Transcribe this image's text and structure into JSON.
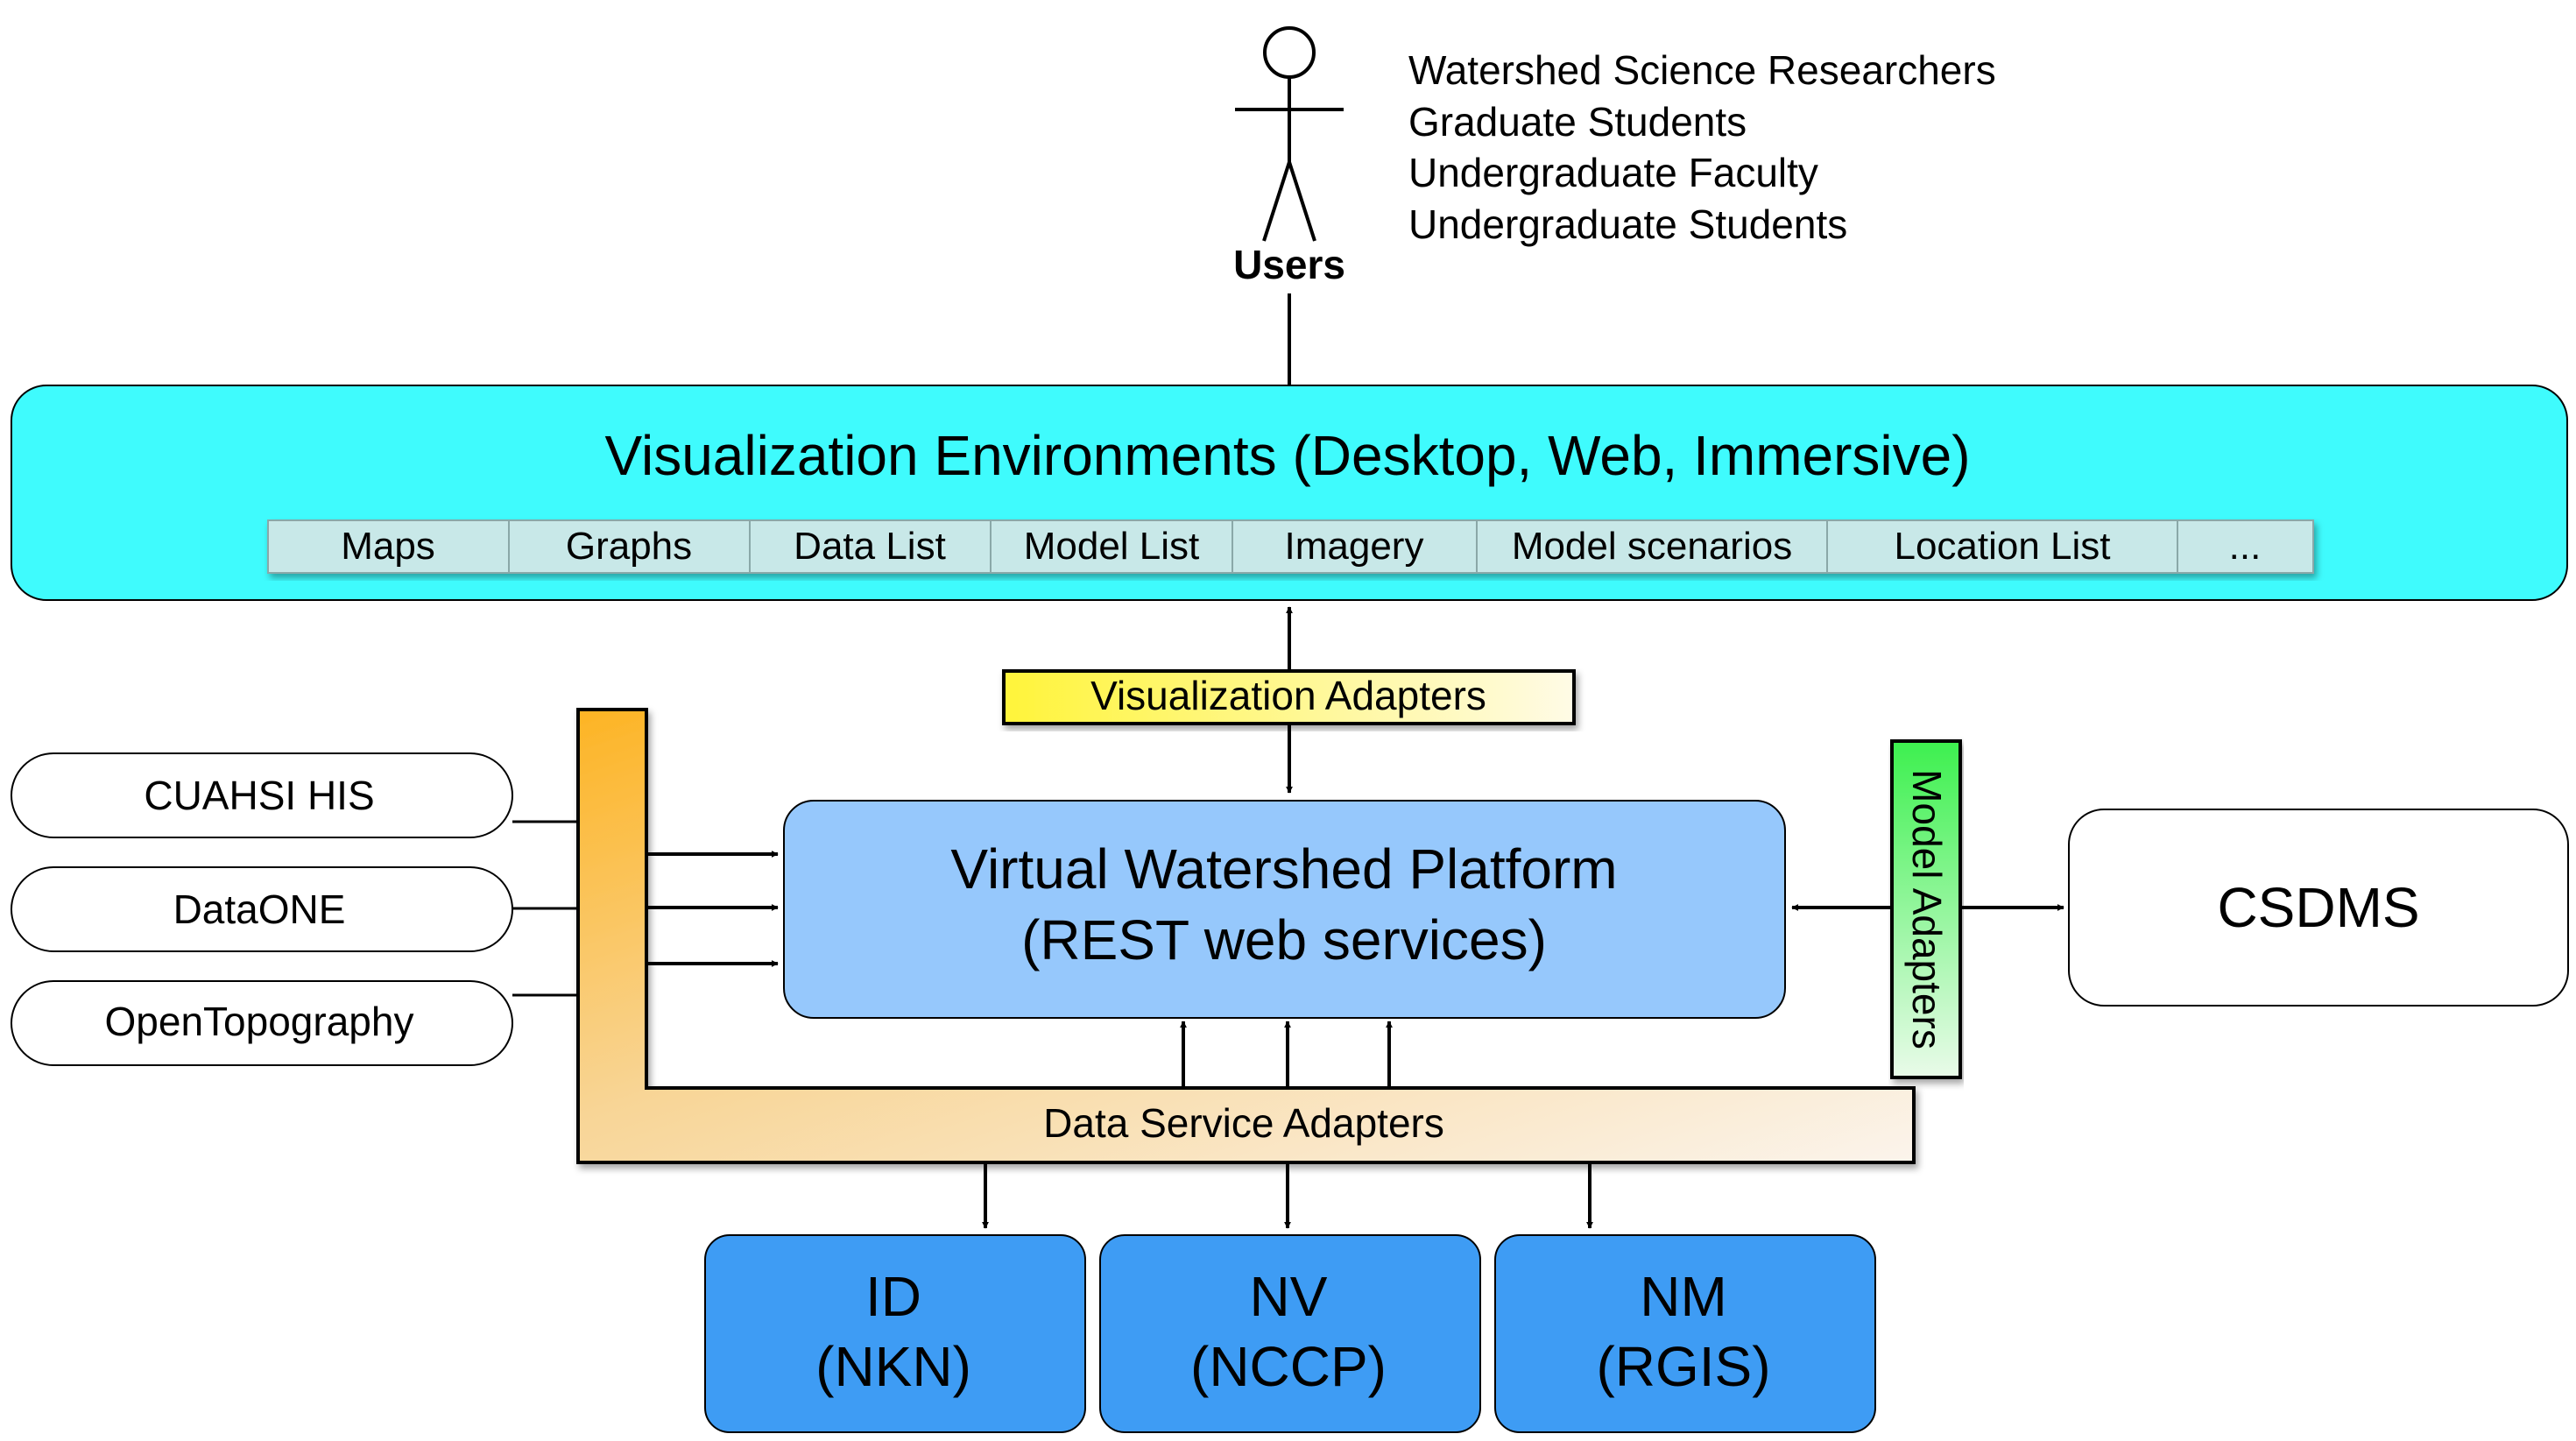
{
  "users": {
    "label": "Users",
    "roles": [
      "Watershed Science Researchers",
      "Graduate Students",
      "Undergraduate Faculty",
      "Undergraduate Students"
    ]
  },
  "visualization": {
    "title": "Visualization Environments (Desktop, Web, Immersive)",
    "tabs": [
      "Maps",
      "Graphs",
      "Data List",
      "Model List",
      "Imagery",
      "Model scenarios",
      "Location List",
      "..."
    ]
  },
  "visualization_adapters": {
    "label": "Visualization Adapters"
  },
  "platform": {
    "line1": "Virtual Watershed Platform",
    "line2": "(REST web services)"
  },
  "data_sources": [
    "CUAHSI HIS",
    "DataONE",
    "OpenTopography"
  ],
  "model_adapters": {
    "label": "Model Adapters"
  },
  "csdms": {
    "label": "CSDMS"
  },
  "data_service_adapters": {
    "label": "Data Service Adapters"
  },
  "state_nodes": [
    {
      "line1": "ID",
      "line2": "(NKN)"
    },
    {
      "line1": "NV",
      "line2": "(NCCP)"
    },
    {
      "line1": "NM",
      "line2": "(RGIS)"
    }
  ],
  "colors": {
    "visualization_fill": "#3ffbfd",
    "tab_fill": "#c8e8e8",
    "platform_fill": "#96c8fc",
    "state_fill": "#3e9cf4",
    "viz_adapter_gradient": [
      "#fff43a",
      "#fffbe6"
    ],
    "data_adapter_gradient": [
      "#fdb424",
      "#fbf4ec"
    ],
    "model_adapter_gradient": [
      "#3df04f",
      "#e9fbe9"
    ]
  }
}
